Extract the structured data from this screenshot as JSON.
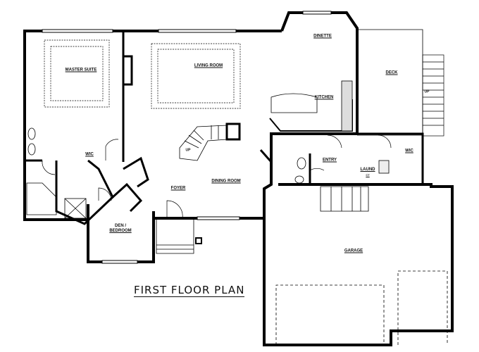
{
  "plan": {
    "title": "FIRST FLOOR PLAN",
    "rooms": {
      "master_suite": "MASTER SUITE",
      "living_room": "LIVING ROOM",
      "dinette": "DINETTE",
      "deck": "DECK",
      "kitchen": "KITCHEN",
      "wic_master": "WIC",
      "wic_entry": "WIC",
      "entry": "ENTRY",
      "laundry": "LAUND",
      "laundry_note": "CT",
      "dining_room": "DINING ROOM",
      "foyer": "FOYER",
      "den_line1": "DEN /",
      "den_line2": "BEDROOM",
      "garage": "GARAGE"
    },
    "stair_markers": [
      "UP",
      "UP"
    ]
  }
}
